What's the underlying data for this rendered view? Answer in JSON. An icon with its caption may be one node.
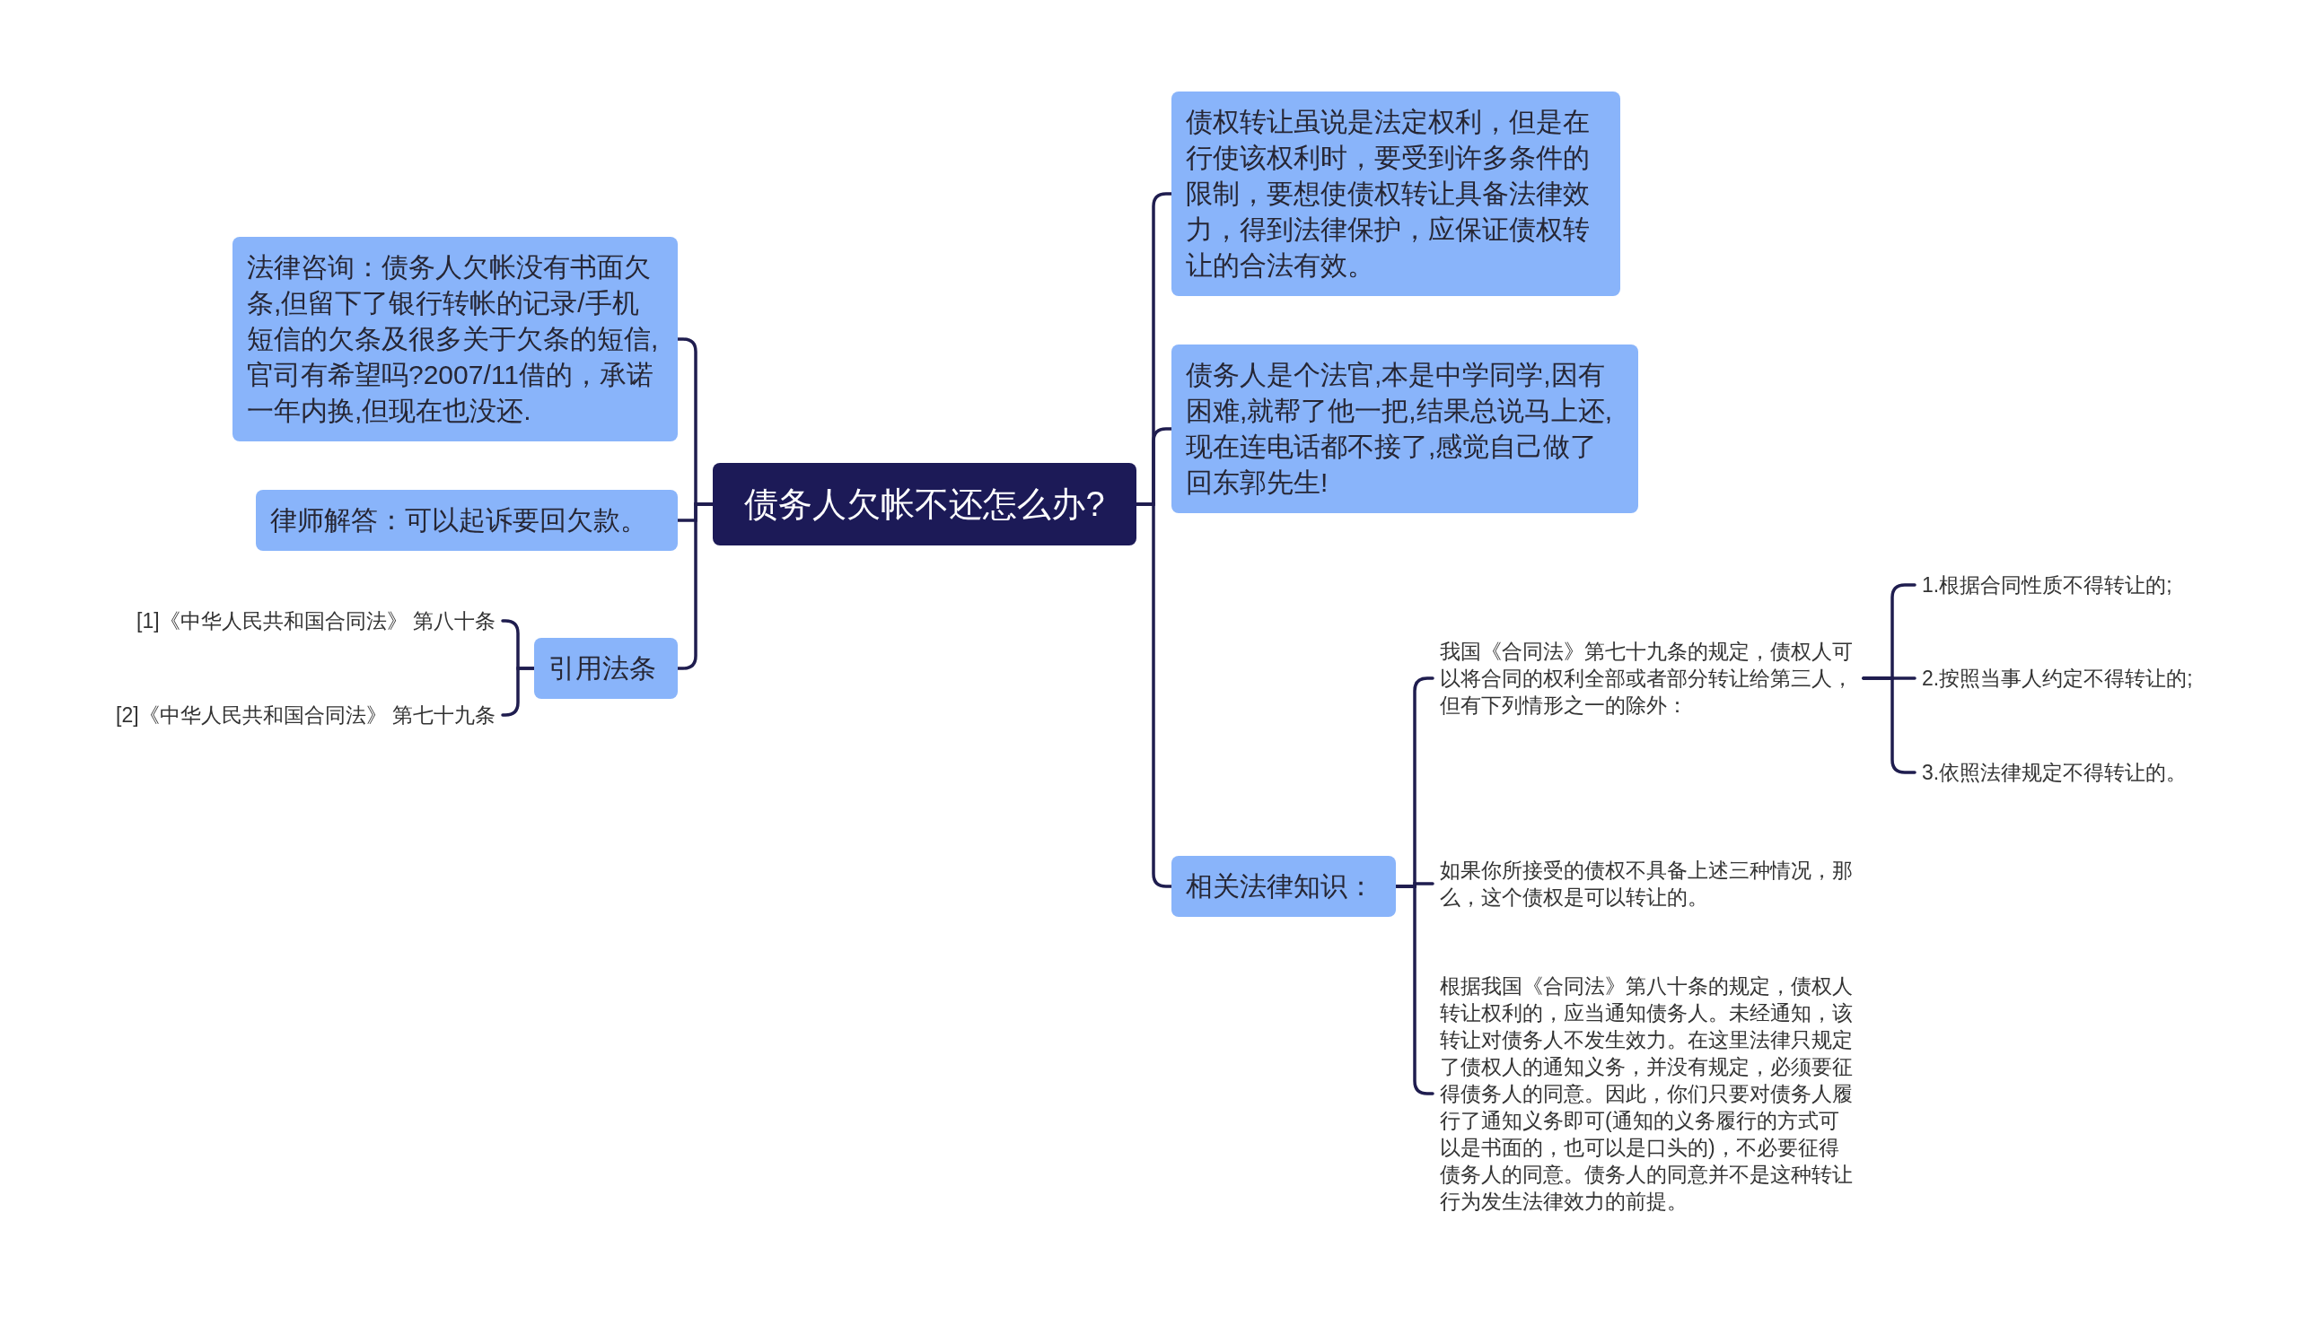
{
  "diagram": {
    "nodes": [
      {
        "text": [
          "债务人欠帐不还怎么办?"
        ]
      },
      {
        "text": [
          "法律咨询：债务人欠帐没有书面欠条,但留下了银行转帐的记录/手机短信的欠条及很多关于欠条的短信,官司有希望吗?2007/11借的，承诺一年内换,但现在也没还."
        ]
      },
      {
        "text": [
          "律师解答：可以起诉要回欠款。"
        ]
      },
      {
        "text": [
          "引用法条"
        ]
      },
      {
        "text": [
          "[1]《中华人民共和国合同法》 第八十条"
        ]
      },
      {
        "text": [
          "[2]《中华人民共和国合同法》 第七十九条"
        ]
      },
      {
        "text": [
          "债权转让虽说是法定权利，但是在行使该权利时，要受到许多条件的限制，要想使债权转让具备法律效力，得到法律保护，应保证债权转让的合法有效。"
        ]
      },
      {
        "text": [
          "债务人是个法官,本是中学同学,因有困难,就帮了他一把,结果总说马上还,现在连电话都不接了,感觉自己做了回东郭先生!"
        ]
      },
      {
        "text": [
          "相关法律知识："
        ]
      },
      {
        "text": [
          "我国《合同法》第七十九条的规定，债权人可以将合同的权利全部或者部分转让给第三人，但有下列情形之一的除外："
        ]
      },
      {
        "text": [
          "1.根据合同性质不得转让的;"
        ]
      },
      {
        "text": [
          "2.按照当事人约定不得转让的;"
        ]
      },
      {
        "text": [
          "3.依照法律规定不得转让的。"
        ]
      },
      {
        "text": [
          "如果你所接受的债权不具备上述三种情况，那么，这个债权是可以转让的。"
        ]
      },
      {
        "text": [
          "根据我国《合同法》第八十条的规定，债权人转让权利的，应当通知债务人。未经通知，该转让对债务人不发生效力。在这里法律只规定了债权人的通知义务，并没有规定，必须要征得债务人的同意。因此，你们只要对债务人履行了通知义务即可(通知的义务履行的方式可以是书面的，也可以是口头的)，不必要征得债务人的同意。债务人的同意并不是这种转让行为发生法律效力的前提。"
        ]
      }
    ],
    "edges": [
      {
        "from": 0,
        "to": 1,
        "arrow": "none"
      },
      {
        "from": 0,
        "to": 2,
        "arrow": "none"
      },
      {
        "from": 0,
        "to": 3,
        "arrow": "none"
      },
      {
        "from": 3,
        "to": 4,
        "arrow": "none"
      },
      {
        "from": 3,
        "to": 5,
        "arrow": "none"
      },
      {
        "from": 0,
        "to": 6,
        "arrow": "none"
      },
      {
        "from": 0,
        "to": 7,
        "arrow": "none"
      },
      {
        "from": 0,
        "to": 8,
        "arrow": "none"
      },
      {
        "from": 8,
        "to": 9,
        "arrow": "none"
      },
      {
        "from": 9,
        "to": 10,
        "arrow": "none"
      },
      {
        "from": 9,
        "to": 11,
        "arrow": "none"
      },
      {
        "from": 9,
        "to": 12,
        "arrow": "none"
      },
      {
        "from": 8,
        "to": 13,
        "arrow": "none"
      },
      {
        "from": 8,
        "to": 14,
        "arrow": "none"
      }
    ]
  }
}
